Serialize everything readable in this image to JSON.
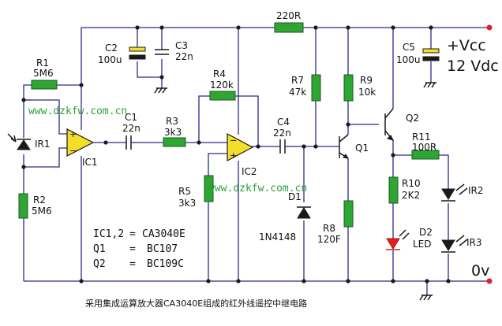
{
  "supply": {
    "label": "+Vcc",
    "voltage": "12 Vdc",
    "ground": "0v"
  },
  "watermark": "www.dzkfw.com.cn",
  "caption": "采用集成运算放大器CA3040E组成的红外线遥控中继电路",
  "components": {
    "r1": {
      "name": "R1",
      "value": "5M6"
    },
    "r2": {
      "name": "R2",
      "value": "5M6"
    },
    "ir1": {
      "name": "IR1"
    },
    "ic1": {
      "name": "IC1"
    },
    "c1": {
      "name": "C1",
      "value": "22n"
    },
    "c2": {
      "name": "C2",
      "value": "100u"
    },
    "c3": {
      "name": "C3",
      "value": "22n"
    },
    "r3": {
      "name": "R3",
      "value": "3k3"
    },
    "r4": {
      "name": "R4",
      "value": "120k"
    },
    "r5": {
      "name": "R5",
      "value": "3k3"
    },
    "ic2": {
      "name": "IC2"
    },
    "c4": {
      "name": "C4",
      "value": "22n"
    },
    "r220": {
      "value": "220R"
    },
    "r7": {
      "name": "R7",
      "value": "47k"
    },
    "d1": {
      "name": "D1",
      "value": "1N4148"
    },
    "r9": {
      "name": "R9",
      "value": "10k"
    },
    "q1": {
      "name": "Q1"
    },
    "q2": {
      "name": "Q2"
    },
    "r8": {
      "name": "R8",
      "value": "120F"
    },
    "c5": {
      "name": "C5",
      "value": "100u"
    },
    "r11": {
      "name": "R11",
      "value": "100R"
    },
    "r10": {
      "name": "R10",
      "value": "2K2"
    },
    "d2": {
      "name": "D2",
      "value": "LED"
    },
    "ir2": {
      "name": "IR2"
    },
    "ir3": {
      "name": "IR3"
    }
  },
  "parts_list": [
    {
      "ref": "IC1,2",
      "eq": "=",
      "part": "CA3040E"
    },
    {
      "ref": "Q1",
      "eq": "=",
      "part": "BC107"
    },
    {
      "ref": "Q2",
      "eq": "=",
      "part": "BC109C"
    }
  ],
  "colors": {
    "wire": "#2b2b8f",
    "resistor": "#2fa533",
    "opamp": "#f2de2b",
    "terminal": "#d9232a",
    "watermark": "#2f9e3a",
    "led": "#e02020"
  }
}
